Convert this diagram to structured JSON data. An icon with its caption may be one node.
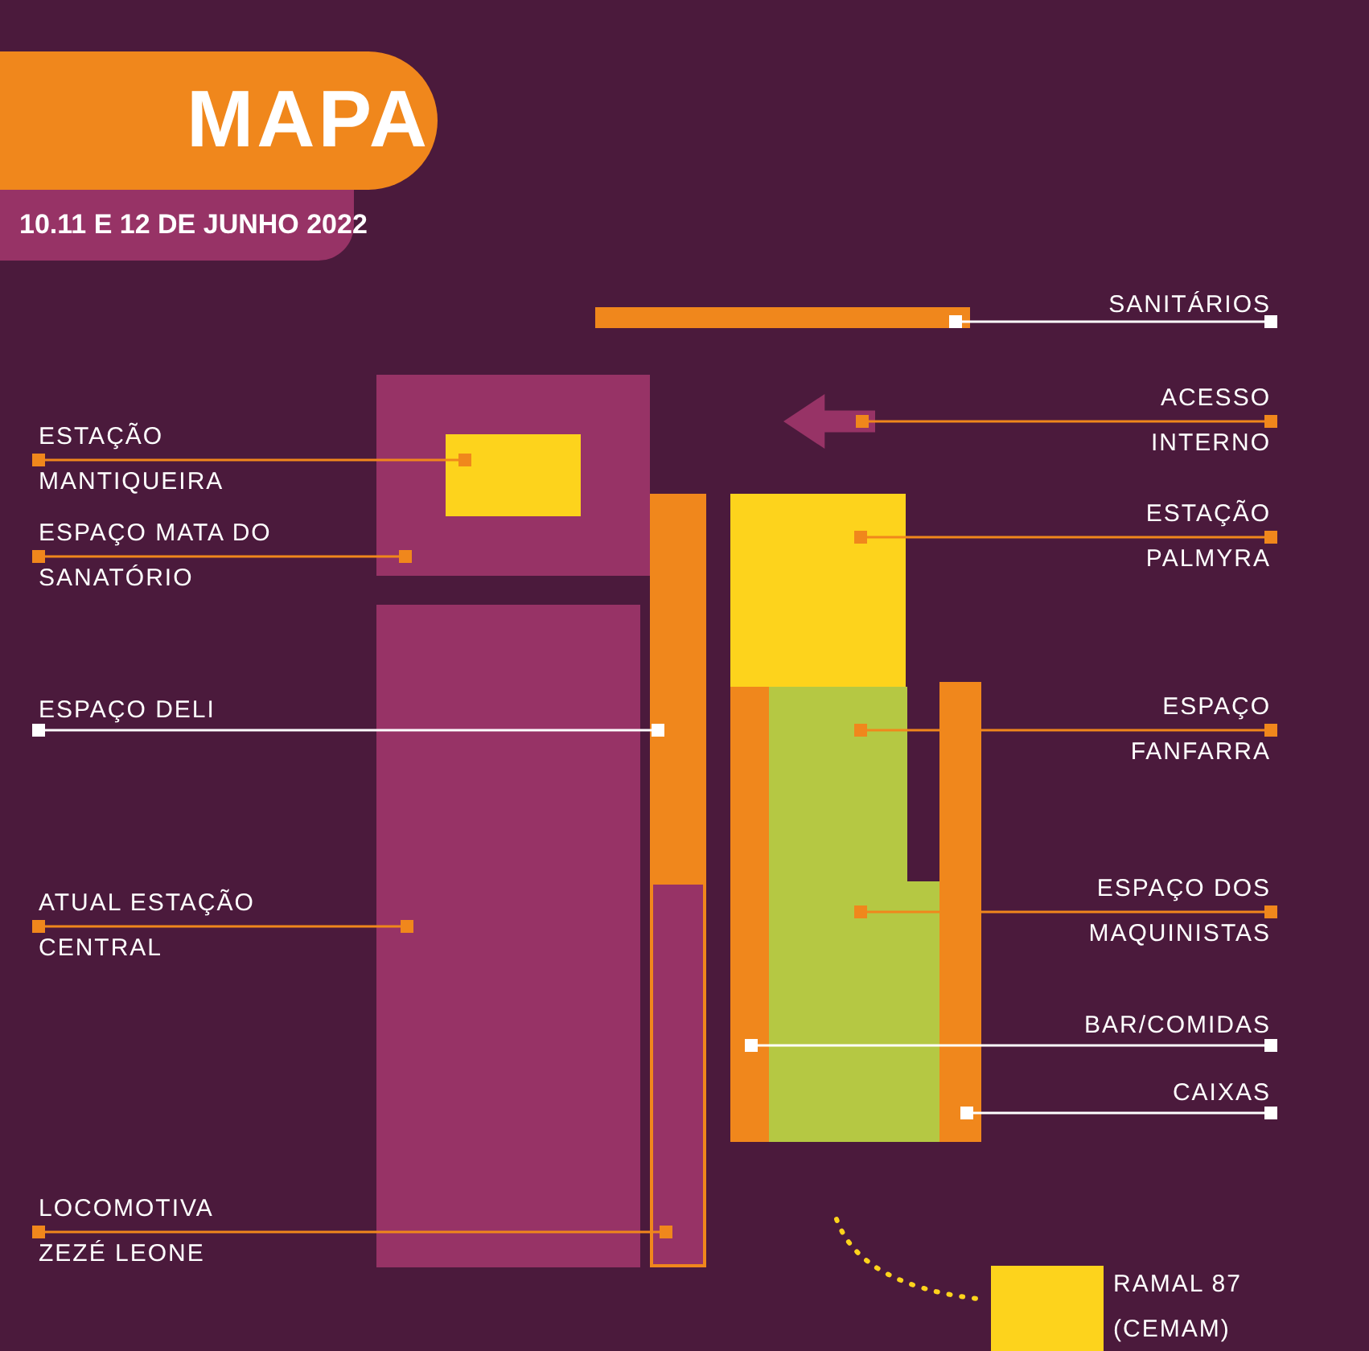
{
  "diagram": {
    "title": "MAPA",
    "nodes": [
      {
        "text": [],
        "shape": "bar"
      },
      {
        "text": [
          "SANITÁRIOS"
        ]
      },
      {
        "text": [],
        "shape": "arrow"
      },
      {
        "text": [
          "ACESSO INTERNO"
        ]
      },
      {
        "text": [],
        "shape": "box"
      },
      {
        "text": [],
        "shape": "box",
        "in": 4
      },
      {
        "text": [
          "ESTAÇÃO MANTIQUEIRA"
        ]
      },
      {
        "text": [
          "ESPAÇO MATA DO SANATÓRIO"
        ]
      },
      {
        "text": [],
        "shape": "bar"
      },
      {
        "text": [],
        "shape": "box"
      },
      {
        "text": [
          "ESTAÇÃO PALMYRA"
        ]
      },
      {
        "text": [],
        "shape": "box"
      },
      {
        "text": [],
        "shape": "box"
      },
      {
        "text": [],
        "shape": "bar"
      },
      {
        "text": [],
        "shape": "bar"
      },
      {
        "text": [
          "ESPAÇO DELI"
        ]
      },
      {
        "text": [
          "ESPAÇO FANFARRA"
        ]
      },
      {
        "text": [],
        "shape": "box"
      },
      {
        "text": [],
        "shape": "bar"
      },
      {
        "text": [
          "ATUAL ESTAÇÃO CENTRAL"
        ]
      },
      {
        "text": [
          "ESPAÇO DOS MAQUINISTAS"
        ]
      },
      {
        "text": [
          "BAR/COMIDAS"
        ]
      },
      {
        "text": [
          "CAIXAS"
        ]
      },
      {
        "text": [
          "LOCOMOTIVA ZEZÉ LEONE"
        ]
      },
      {
        "text": [],
        "shape": "box",
        "beside": [
          "RAMAL 87 (CEMAM)"
        ]
      }
    ],
    "edges": [
      {
        "from": 1,
        "to": 0,
        "arrow": "other",
        "color": "#ffffff"
      },
      {
        "from": 3,
        "to": 2,
        "arrow": "other"
      },
      {
        "from": 6,
        "to": 5,
        "arrow": "other"
      },
      {
        "from": 7,
        "to": 4,
        "arrow": "other"
      },
      {
        "from": 10,
        "to": 9,
        "arrow": "other"
      },
      {
        "from": 15,
        "to": 8,
        "arrow": "other",
        "color": "#ffffff"
      },
      {
        "from": 16,
        "to": 12,
        "arrow": "other"
      },
      {
        "from": 19,
        "to": 11,
        "arrow": "other"
      },
      {
        "from": 20,
        "to": 17,
        "arrow": "other"
      },
      {
        "from": 21,
        "to": 13,
        "arrow": "other",
        "color": "#ffffff"
      },
      {
        "from": 22,
        "to": 14,
        "arrow": "other",
        "color": "#ffffff"
      },
      {
        "from": 23,
        "to": 18,
        "arrow": "other"
      }
    ],
    "labels": [
      "10.11 E 12 DE JUNHO 2022"
    ]
  }
}
